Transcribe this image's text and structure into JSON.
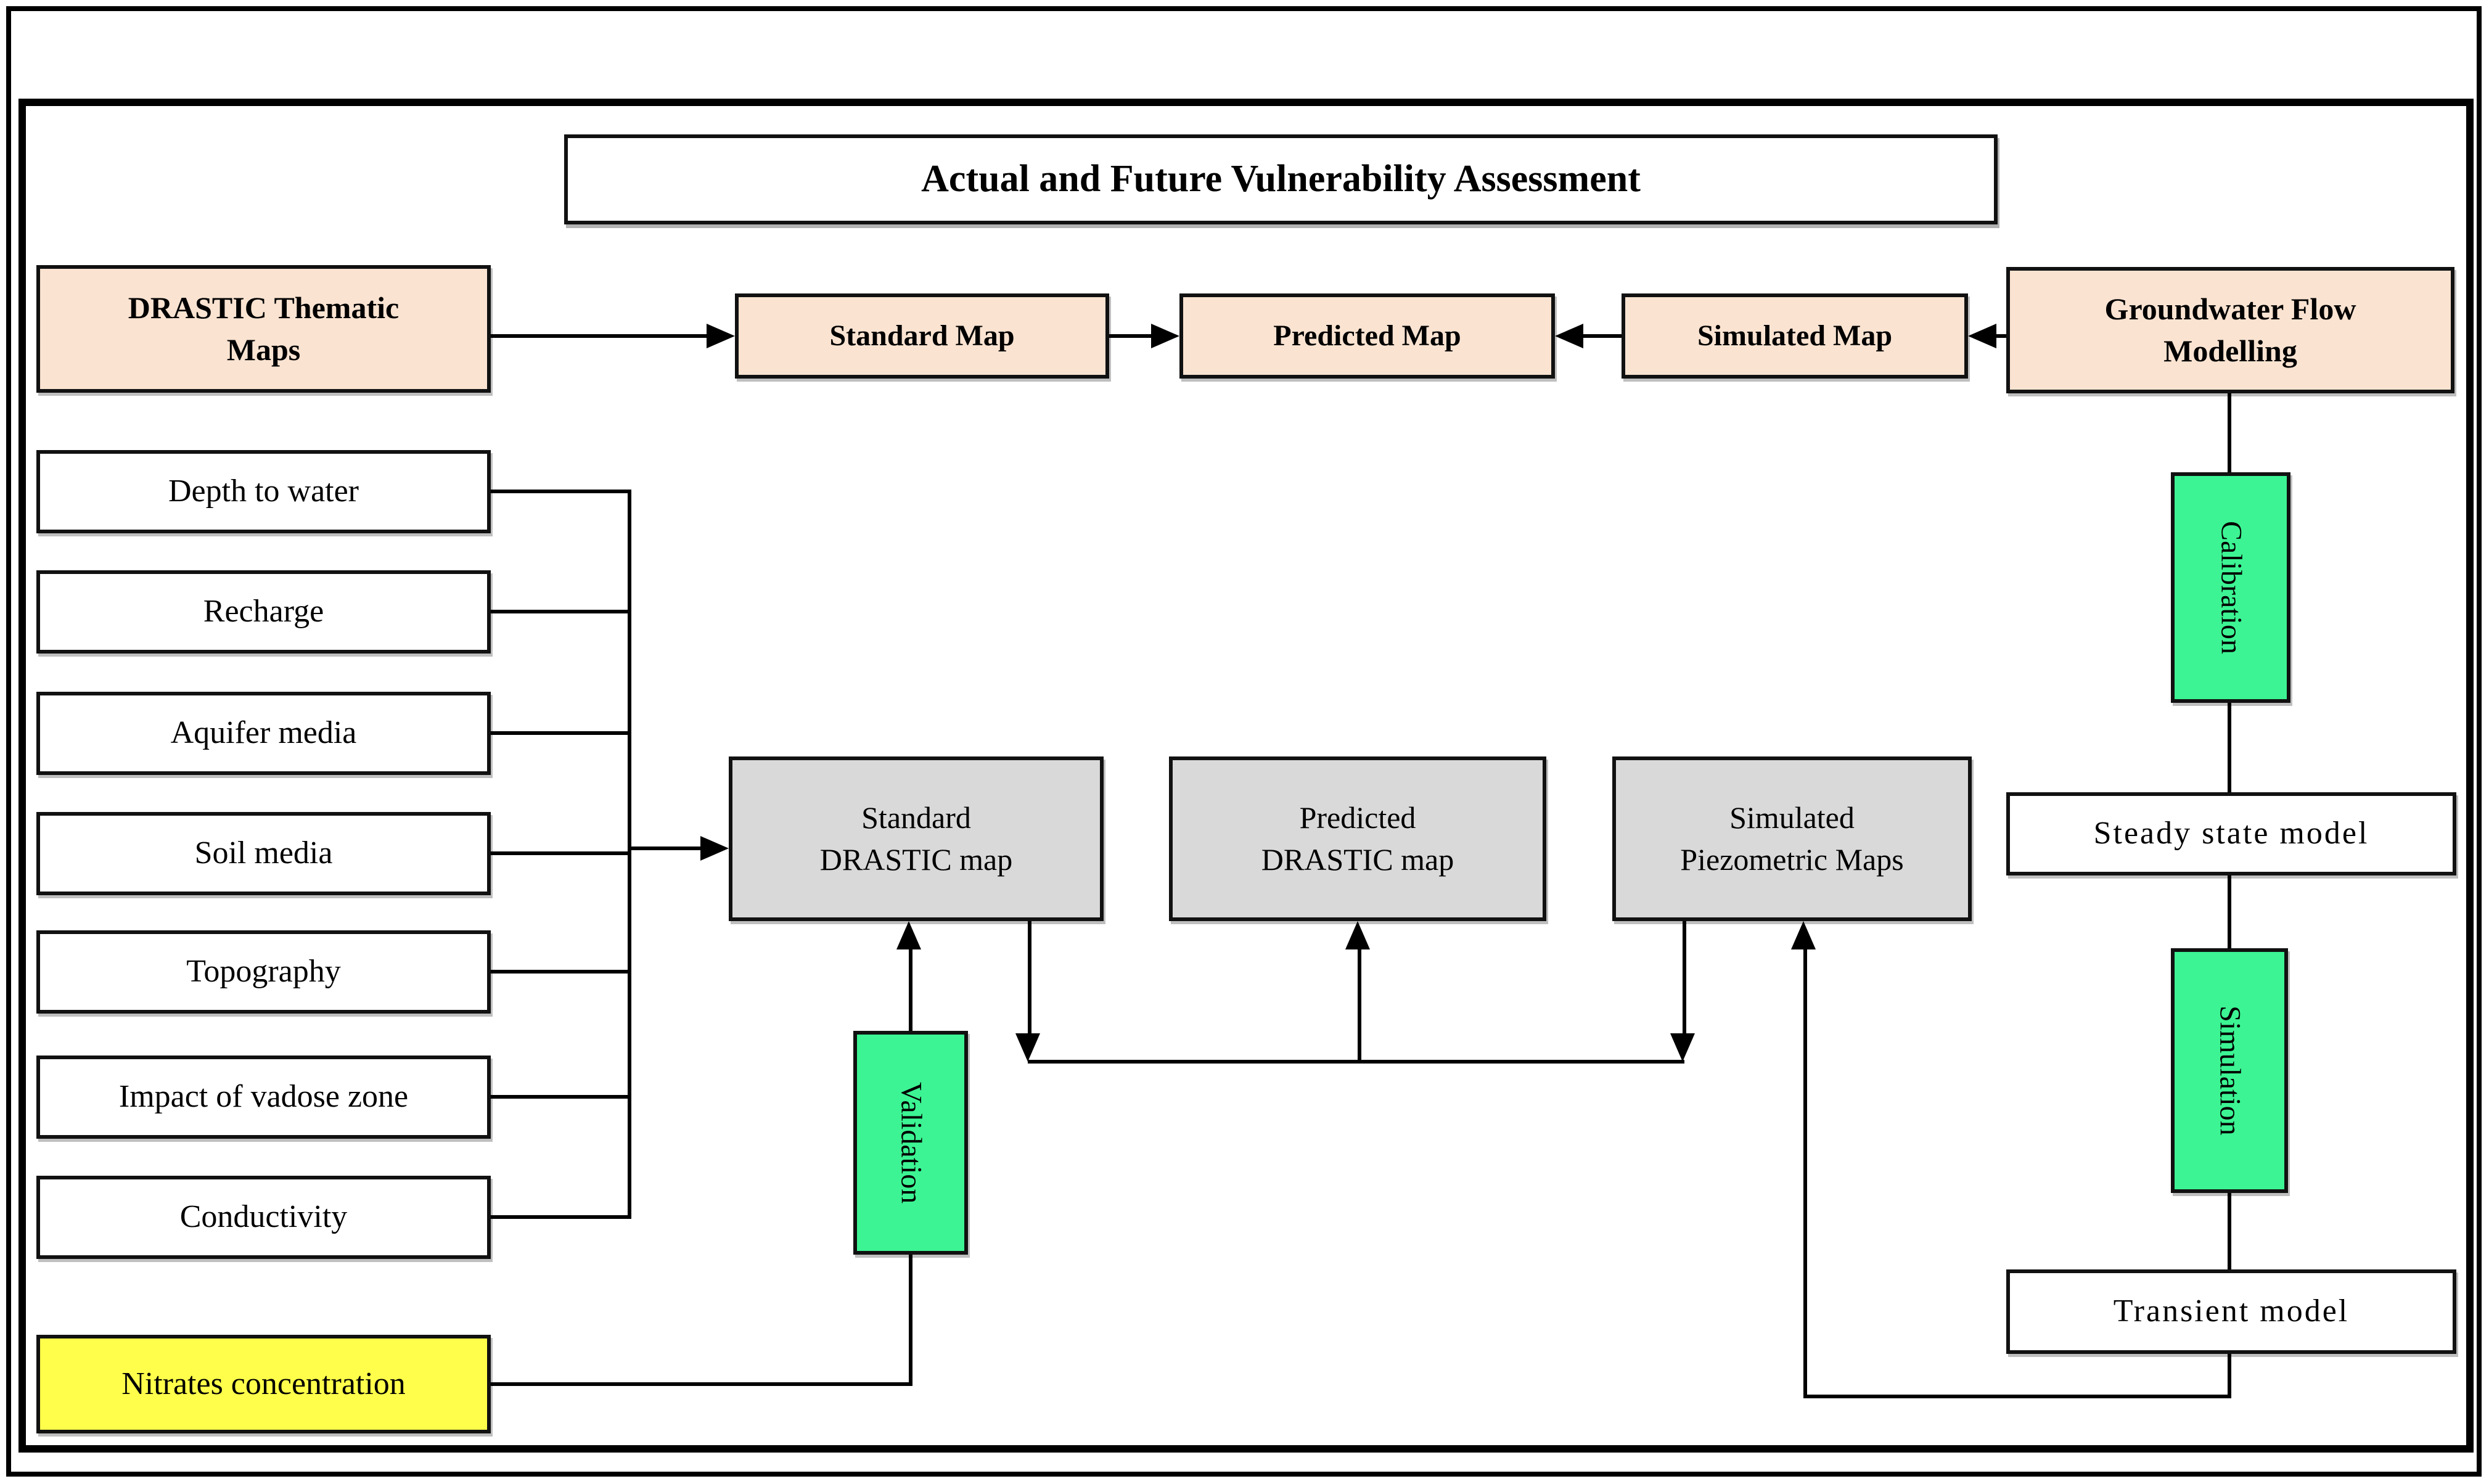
{
  "title": "Actual and Future Vulnerability Assessment",
  "top_row": {
    "drastic_thematic_maps": "DRASTIC Thematic\nMaps",
    "standard_map": "Standard Map",
    "predicted_map": "Predicted Map",
    "simulated_map": "Simulated Map",
    "groundwater_flow_modelling": "Groundwater Flow\nModelling"
  },
  "drastic_parameters": [
    "Depth to water",
    "Recharge",
    "Aquifer media",
    "Soil media",
    "Topography",
    "Impact of vadose zone",
    "Conductivity"
  ],
  "nitrates_label": "Nitrates concentration",
  "maps_row": {
    "standard_drastic_map": "Standard\nDRASTIC map",
    "predicted_drastic_map": "Predicted\nDRASTIC map",
    "simulated_piezometric_maps": "Simulated\nPiezometric Maps"
  },
  "process_labels": {
    "calibration": "Calibration",
    "validation": "Validation",
    "simulation": "Simulation"
  },
  "model_boxes": {
    "steady_state_model": "Steady state model",
    "transient_model": "Transient model"
  },
  "colors": {
    "peach_node": "#FAE3D1",
    "gray_node": "#D9D9D9",
    "green_node": "#3CF493",
    "yellow_node": "#FFFF4B",
    "line": "#000000",
    "background": "#FFFFFF"
  }
}
